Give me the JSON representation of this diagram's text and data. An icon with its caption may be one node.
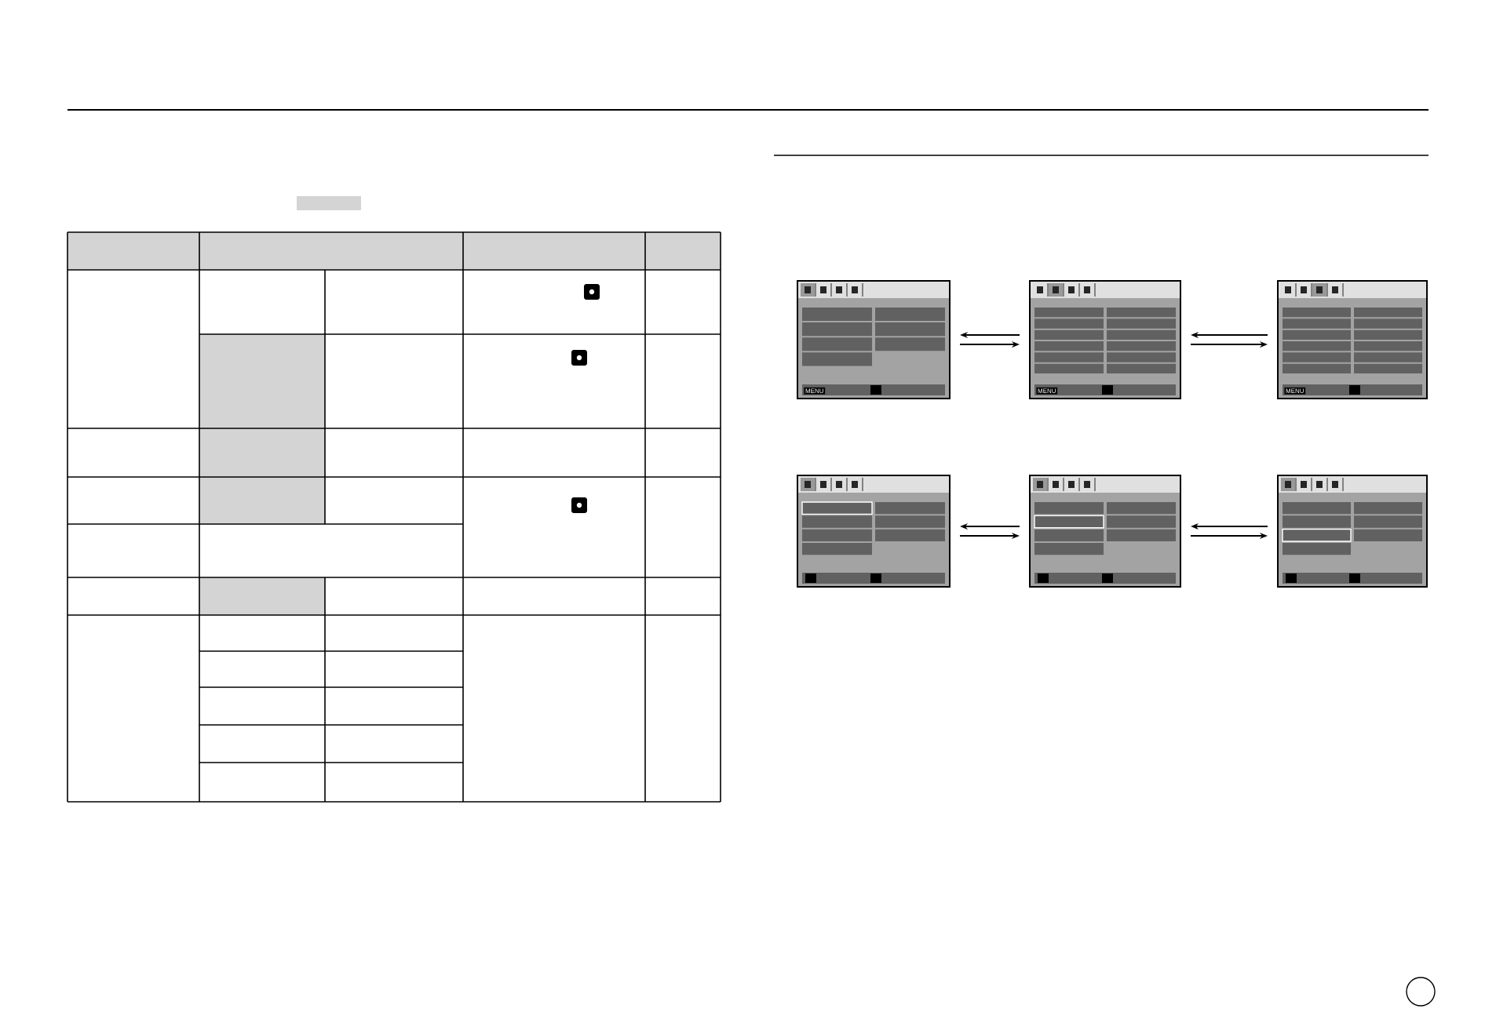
{
  "diagram": {
    "nodes": [
      {
        "text": [
          "MENU"
        ]
      },
      {
        "text": [
          "MENU"
        ]
      },
      {
        "text": [
          "MENU"
        ]
      },
      {
        "text": [],
        "shape": "box"
      },
      {
        "text": [],
        "shape": "box"
      },
      {
        "text": [],
        "shape": "box"
      }
    ],
    "edges": [
      {
        "from": 1,
        "to": 0,
        "arrow": "to"
      },
      {
        "from": 0,
        "to": 1,
        "arrow": "to"
      },
      {
        "from": 2,
        "to": 1,
        "arrow": "to"
      },
      {
        "from": 1,
        "to": 2,
        "arrow": "to"
      },
      {
        "from": 4,
        "to": 3,
        "arrow": "to"
      },
      {
        "from": 3,
        "to": 4,
        "arrow": "to"
      },
      {
        "from": 5,
        "to": 4,
        "arrow": "to"
      },
      {
        "from": 4,
        "to": 5,
        "arrow": "to"
      }
    ]
  }
}
